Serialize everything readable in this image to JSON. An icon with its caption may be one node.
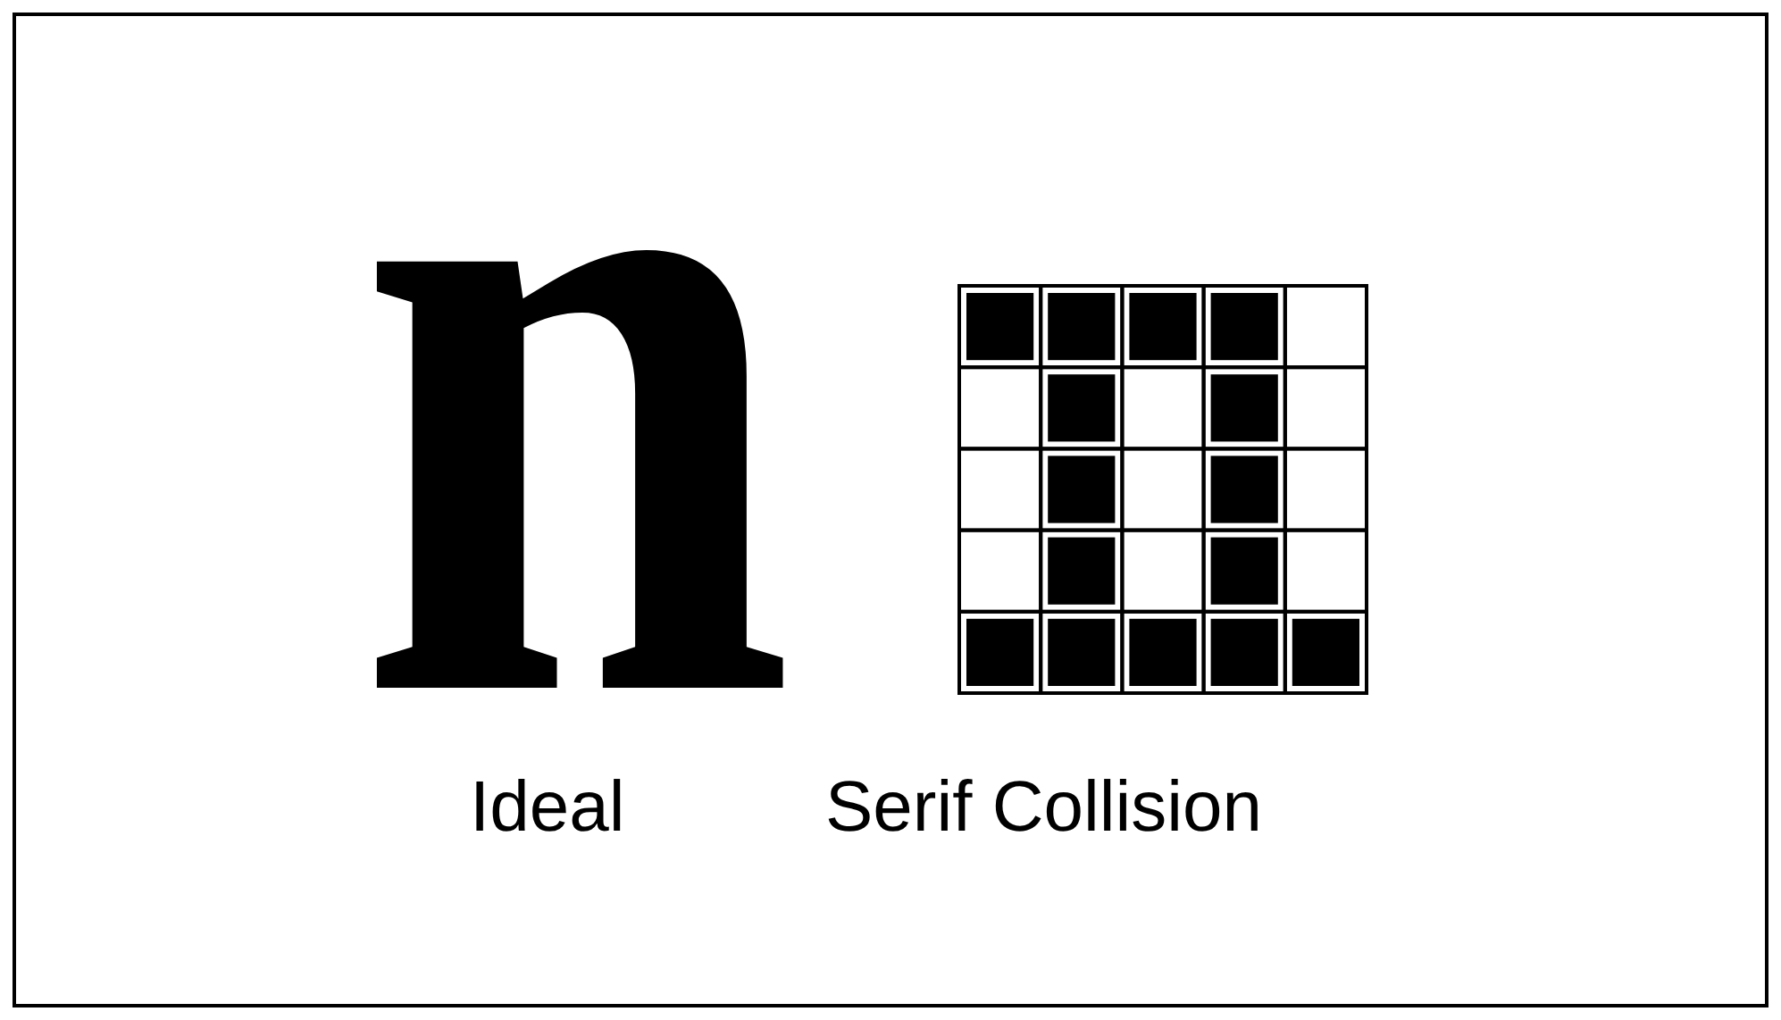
{
  "diagram": {
    "labels": [
      "n",
      "Ideal",
      "Serif Collision"
    ]
  }
}
